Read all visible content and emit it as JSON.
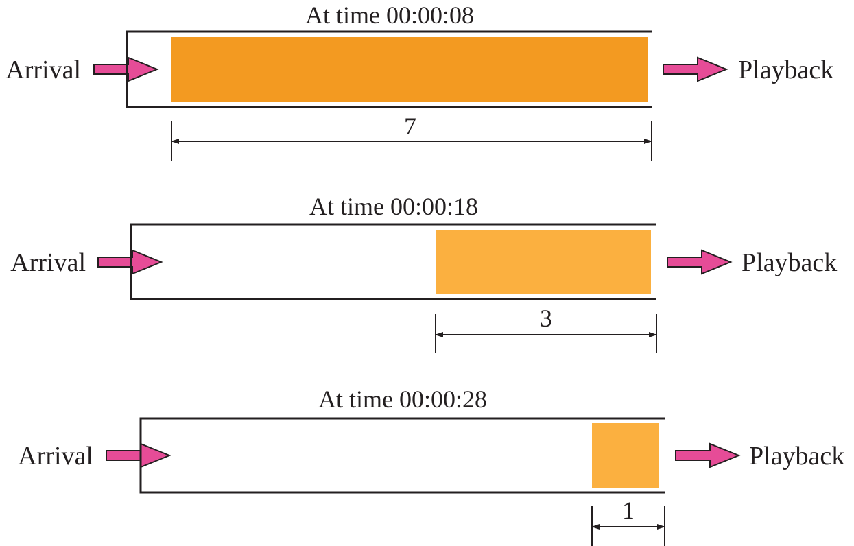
{
  "diagram": {
    "colors": {
      "outline": "#231f20",
      "arrow_fill": "#e64c97",
      "full_buffer": "#f39a21",
      "partial_buffer": "#fbb040"
    },
    "panels": [
      {
        "caption": "At time 00:00:08",
        "input_label": "Arrival",
        "output_label": "Playback",
        "occupancy": "7",
        "fill_fraction": 0.92
      },
      {
        "caption": "At time 00:00:18",
        "input_label": "Arrival",
        "output_label": "Playback",
        "occupancy": "3",
        "fill_fraction": 0.41
      },
      {
        "caption": "At time 00:00:28",
        "input_label": "Arrival",
        "output_label": "Playback",
        "occupancy": "1",
        "fill_fraction": 0.13
      }
    ]
  }
}
